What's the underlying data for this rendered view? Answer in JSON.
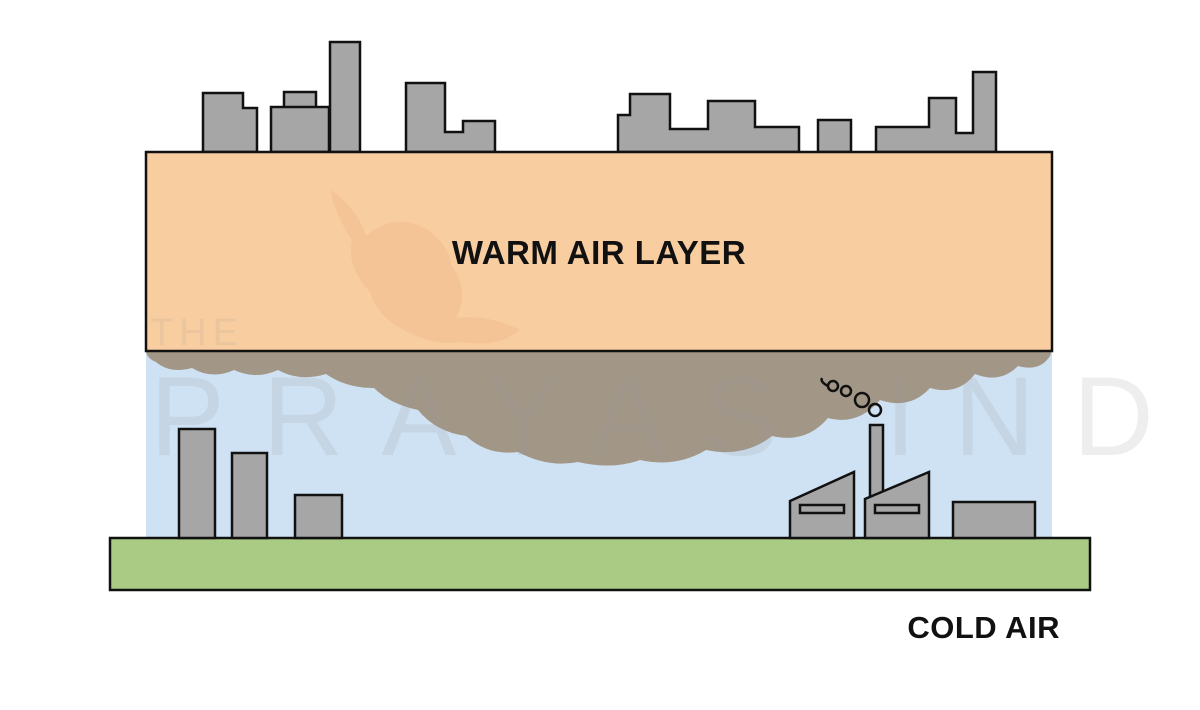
{
  "diagram": {
    "warm_layer_label": "WARM AIR LAYER",
    "cold_air_label": "COLD AIR"
  },
  "watermark": {
    "top_word": "THE",
    "main_word": "PRAYAS INDIA"
  },
  "colors": {
    "warm_layer": "#f8cda0",
    "cold_air": "#cfe2f3",
    "ground": "#aacb84",
    "smog": "#9c8c78",
    "building": "#a6a6a6",
    "outline": "#111111"
  }
}
